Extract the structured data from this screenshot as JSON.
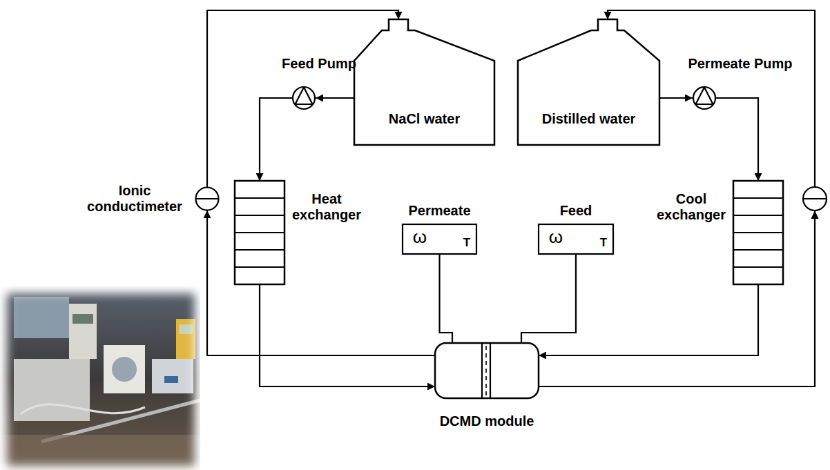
{
  "diagram": {
    "nodes": [
      {
        "text": [
          "NaCl water"
        ]
      },
      {
        "text": [
          "Distilled water"
        ]
      },
      {
        "text": [
          "Feed Pump"
        ]
      },
      {
        "text": [
          "Permeate Pump"
        ]
      },
      {
        "text": [
          "Ionic conductimeter"
        ]
      },
      {
        "text": [
          "Heat exchanger"
        ]
      },
      {
        "text": [
          "Permeate",
          "ω",
          "T"
        ]
      },
      {
        "text": [
          "Feed",
          "ω",
          "T"
        ]
      },
      {
        "text": [
          "Cool exchanger"
        ]
      },
      {
        "text": [
          "DCMD module"
        ]
      }
    ],
    "edges": [
      {
        "from": 0,
        "to": 2,
        "arrow": "to"
      },
      {
        "from": 2,
        "to": 5,
        "arrow": "to"
      },
      {
        "from": 5,
        "to": 9,
        "arrow": "to"
      },
      {
        "from": 9,
        "to": 4,
        "arrow": "to"
      },
      {
        "from": 4,
        "to": 0,
        "arrow": "to"
      },
      {
        "from": 1,
        "to": 3,
        "arrow": "to"
      },
      {
        "from": 3,
        "to": 8,
        "arrow": "to"
      },
      {
        "from": 8,
        "to": 9,
        "arrow": "to"
      },
      {
        "from": 9,
        "to": 1,
        "arrow": "to"
      },
      {
        "from": 6,
        "to": 9,
        "arrow": "none"
      },
      {
        "from": 7,
        "to": 9,
        "arrow": "none"
      }
    ]
  }
}
